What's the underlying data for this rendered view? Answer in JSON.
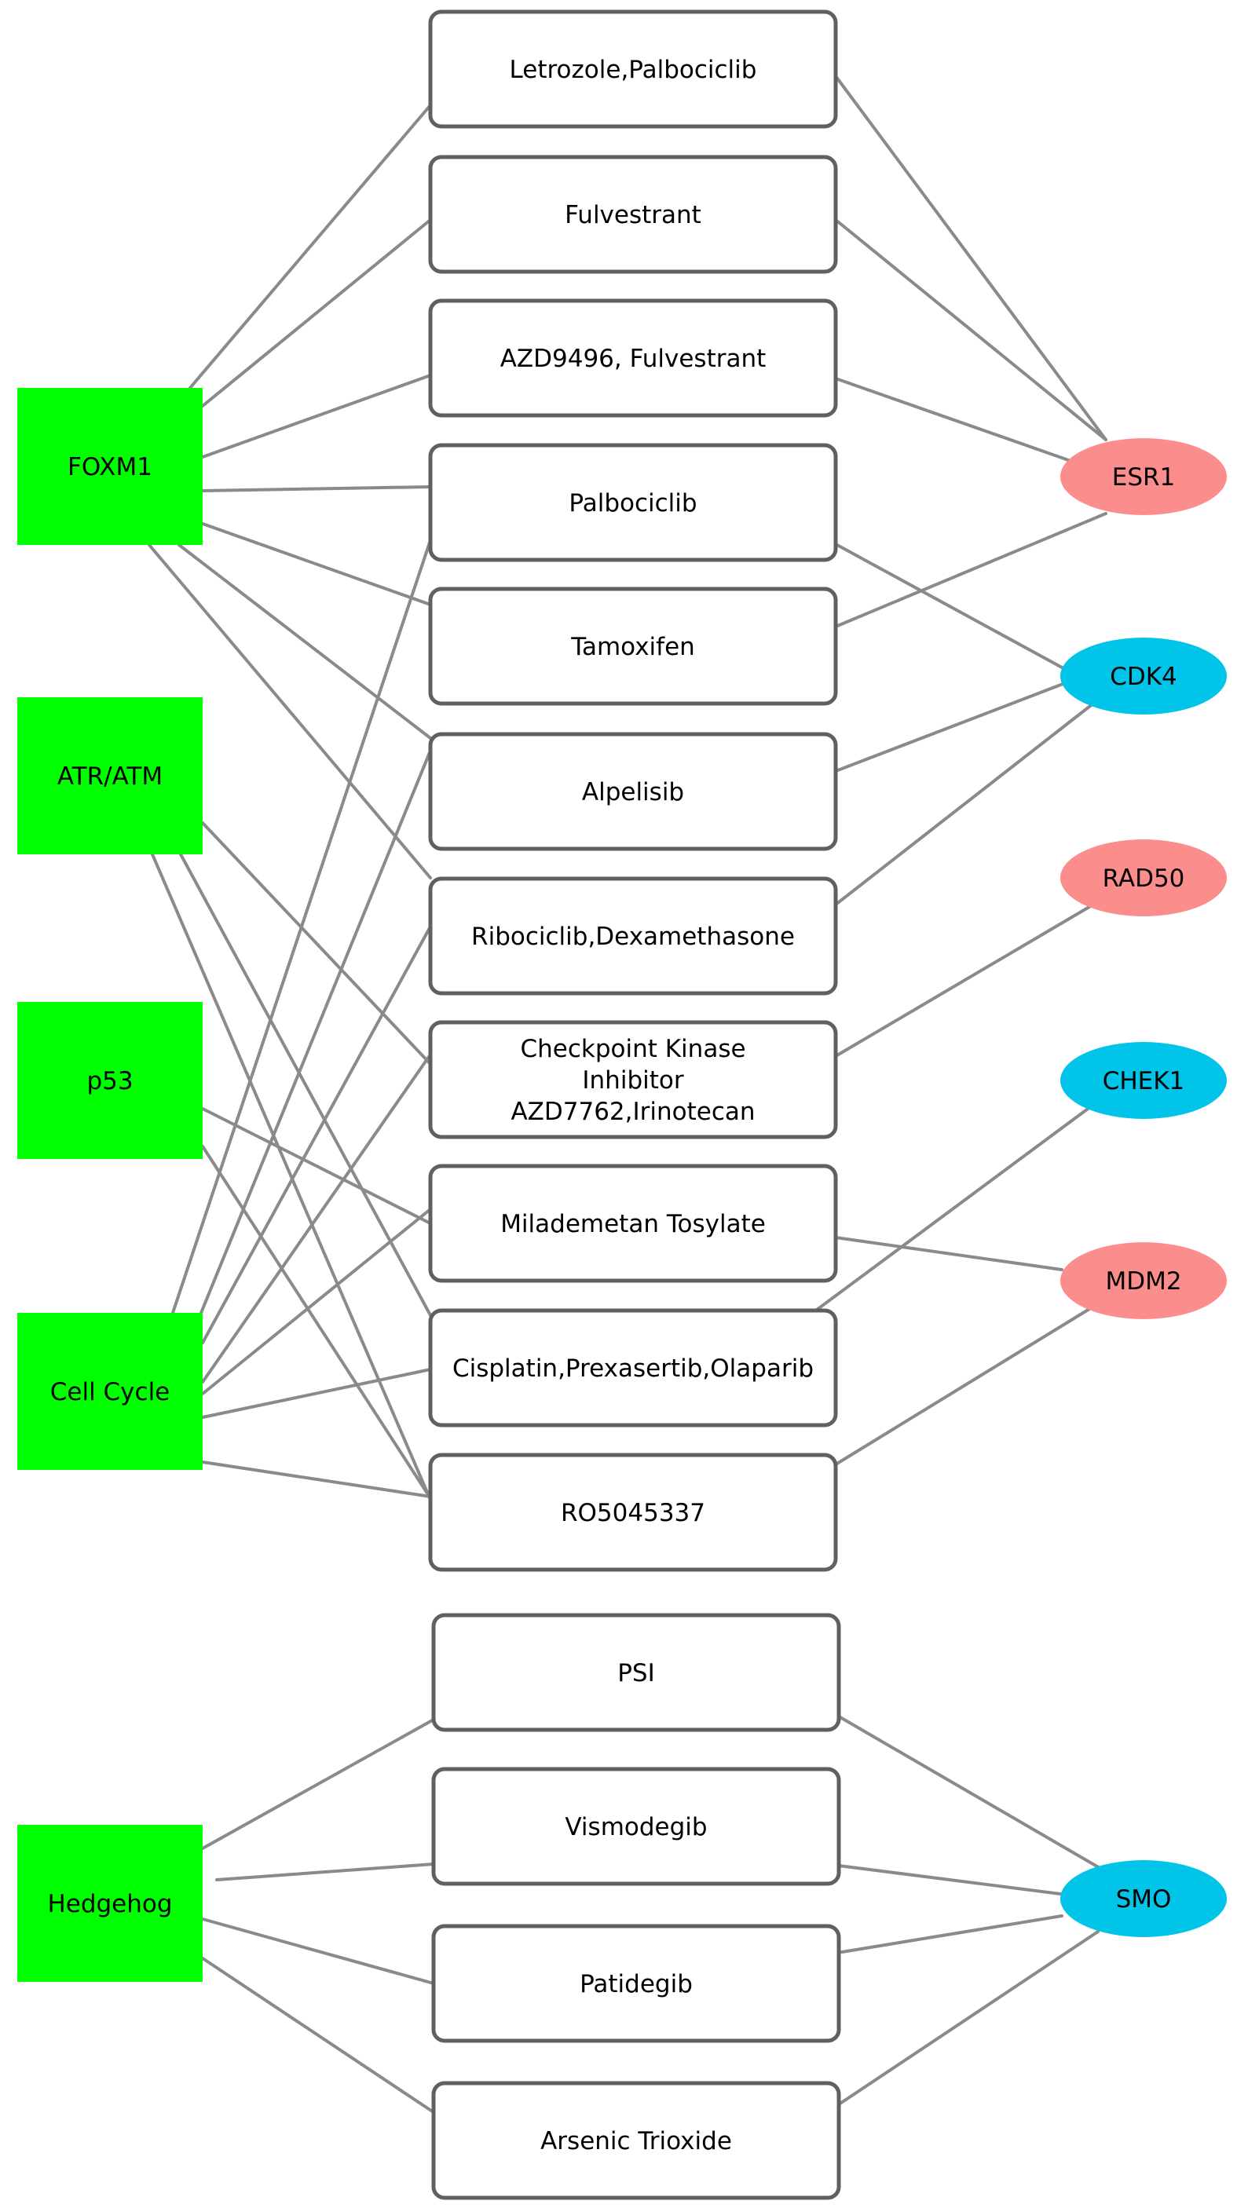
{
  "colors": {
    "pathway": "#00ff00",
    "gene_pink": "#fb8d8c",
    "gene_cyan": "#00c4e8",
    "edge": "#8a8a8a",
    "drug_border": "#606060"
  },
  "pathways": [
    {
      "id": "foxm1",
      "label": "FOXM1"
    },
    {
      "id": "atr",
      "label": "ATR/ATM"
    },
    {
      "id": "p53",
      "label": "p53"
    },
    {
      "id": "cc",
      "label": "Cell Cycle"
    },
    {
      "id": "hh",
      "label": "Hedgehog"
    }
  ],
  "drugs": [
    {
      "id": "d1",
      "lines": [
        "Letrozole,Palbociclib"
      ]
    },
    {
      "id": "d2",
      "lines": [
        "Fulvestrant"
      ]
    },
    {
      "id": "d3",
      "lines": [
        "AZD9496, Fulvestrant"
      ]
    },
    {
      "id": "d4",
      "lines": [
        "Palbociclib"
      ]
    },
    {
      "id": "d5",
      "lines": [
        "Tamoxifen"
      ]
    },
    {
      "id": "d6",
      "lines": [
        "Alpelisib"
      ]
    },
    {
      "id": "d7",
      "lines": [
        "Ribociclib,Dexamethasone"
      ]
    },
    {
      "id": "d8",
      "lines": [
        "Checkpoint Kinase",
        "Inhibitor",
        "AZD7762,Irinotecan"
      ]
    },
    {
      "id": "d9",
      "lines": [
        "Milademetan Tosylate"
      ]
    },
    {
      "id": "d10",
      "lines": [
        "Cisplatin,Prexasertib,Olaparib"
      ]
    },
    {
      "id": "d11",
      "lines": [
        "RO5045337"
      ]
    },
    {
      "id": "d12",
      "lines": [
        "PSI"
      ]
    },
    {
      "id": "d13",
      "lines": [
        "Vismodegib"
      ]
    },
    {
      "id": "d14",
      "lines": [
        "Patidegib"
      ]
    },
    {
      "id": "d15",
      "lines": [
        "Arsenic Trioxide"
      ]
    }
  ],
  "genes": [
    {
      "id": "esr1",
      "label": "ESR1",
      "color": "pink"
    },
    {
      "id": "cdk4",
      "label": "CDK4",
      "color": "cyan"
    },
    {
      "id": "rad50",
      "label": "RAD50",
      "color": "pink"
    },
    {
      "id": "chek1",
      "label": "CHEK1",
      "color": "cyan"
    },
    {
      "id": "mdm2",
      "label": "MDM2",
      "color": "pink"
    },
    {
      "id": "smo",
      "label": "SMO",
      "color": "cyan"
    }
  ],
  "pathway_drug_edges": [
    [
      "foxm1",
      "d1"
    ],
    [
      "foxm1",
      "d2"
    ],
    [
      "foxm1",
      "d3"
    ],
    [
      "foxm1",
      "d4"
    ],
    [
      "foxm1",
      "d5"
    ],
    [
      "foxm1",
      "d6"
    ],
    [
      "foxm1",
      "d7"
    ],
    [
      "atr",
      "d8"
    ],
    [
      "atr",
      "d10"
    ],
    [
      "atr",
      "d11"
    ],
    [
      "p53",
      "d9"
    ],
    [
      "p53",
      "d11"
    ],
    [
      "cc",
      "d4"
    ],
    [
      "cc",
      "d6"
    ],
    [
      "cc",
      "d7"
    ],
    [
      "cc",
      "d8"
    ],
    [
      "cc",
      "d9"
    ],
    [
      "cc",
      "d10"
    ],
    [
      "cc",
      "d11"
    ],
    [
      "hh",
      "d12"
    ],
    [
      "hh",
      "d13"
    ],
    [
      "hh",
      "d14"
    ],
    [
      "hh",
      "d15"
    ]
  ],
  "drug_gene_edges": [
    [
      "d1",
      "esr1"
    ],
    [
      "d2",
      "esr1"
    ],
    [
      "d3",
      "esr1"
    ],
    [
      "d5",
      "esr1"
    ],
    [
      "d4",
      "cdk4"
    ],
    [
      "d6",
      "cdk4"
    ],
    [
      "d7",
      "cdk4"
    ],
    [
      "d8",
      "rad50"
    ],
    [
      "d10",
      "chek1"
    ],
    [
      "d9",
      "mdm2"
    ],
    [
      "d11",
      "mdm2"
    ],
    [
      "d12",
      "smo"
    ],
    [
      "d13",
      "smo"
    ],
    [
      "d14",
      "smo"
    ],
    [
      "d15",
      "smo"
    ]
  ]
}
